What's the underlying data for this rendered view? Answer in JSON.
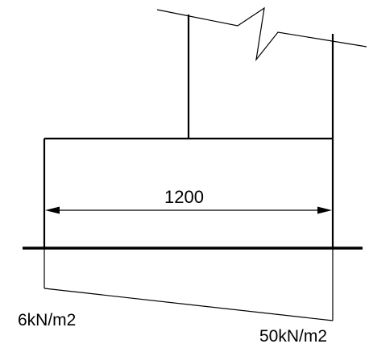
{
  "labels": {
    "dimension": "1200",
    "pressure_left": "6kN/m2",
    "pressure_right": "50kN/m2"
  },
  "colors": {
    "stroke": "#000000",
    "background": "#ffffff"
  }
}
